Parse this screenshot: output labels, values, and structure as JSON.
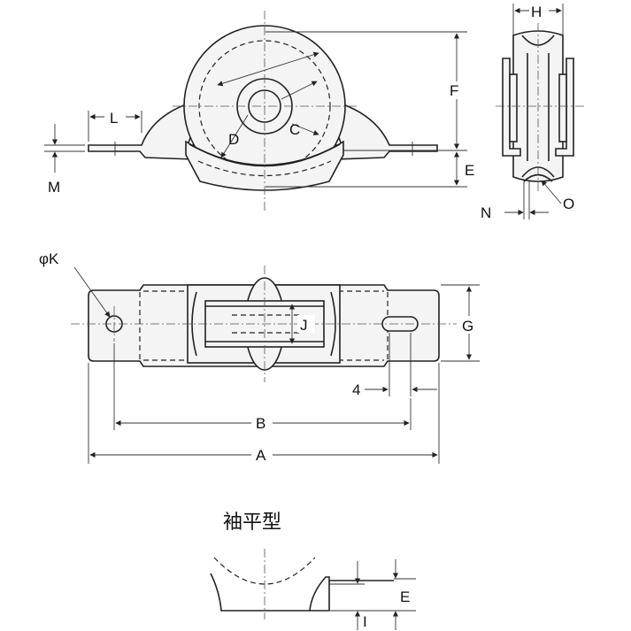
{
  "title": "袖平型",
  "dimensions": {
    "A": "A",
    "B": "B",
    "C": "C",
    "D": "D",
    "E": "E",
    "F": "F",
    "G": "G",
    "H": "H",
    "I": "I",
    "J": "J",
    "L": "L",
    "M": "M",
    "N": "N",
    "O": "O",
    "K": "φK",
    "slot": "4"
  },
  "detail_E": "E"
}
